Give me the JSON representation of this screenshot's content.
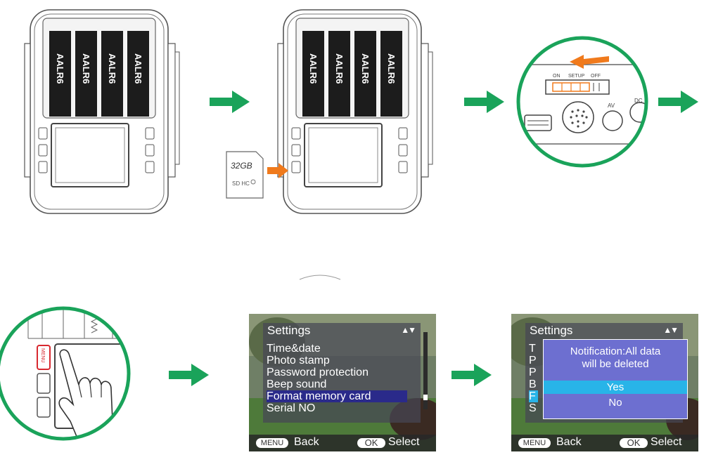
{
  "colors": {
    "arrow_green": "#1aa35a",
    "arrow_orange": "#f07a1c",
    "circle_green": "#1aa35a",
    "highlight_red": "#d8282f",
    "menu_selected": "#2a2a8a",
    "dialog_bg": "#6d6fd0",
    "yes_highlight": "#28b4e8"
  },
  "battery_labels": [
    "AALR6",
    "AALR6",
    "AALR6",
    "AALR6"
  ],
  "sd_card": {
    "capacity": "32GB",
    "logo": "SD HC"
  },
  "power_switch": {
    "positions": [
      "ON",
      "SETUP",
      "OFF"
    ]
  },
  "ports": {
    "av": "AV",
    "dc": "DC"
  },
  "menu_button_label": "MENU",
  "settings_screen": {
    "title": "Settings",
    "items": [
      "Time&date",
      "Photo stamp",
      "Password protection",
      "Beep sound",
      "Format memory card",
      "Serial NO"
    ],
    "selected_index": 4,
    "footer_back_pill": "MENU",
    "footer_back": "Back",
    "footer_select_pill": "OK",
    "footer_select": "Select"
  },
  "confirm_screen": {
    "title": "Settings",
    "visible_initials": [
      "T",
      "P",
      "P",
      "B",
      "F",
      "S"
    ],
    "message_line1": "Notification:All data",
    "message_line2": "will be deleted",
    "yes": "Yes",
    "no": "No",
    "footer_back_pill": "MENU",
    "footer_back": "Back",
    "footer_select_pill": "OK",
    "footer_select": "Select"
  }
}
